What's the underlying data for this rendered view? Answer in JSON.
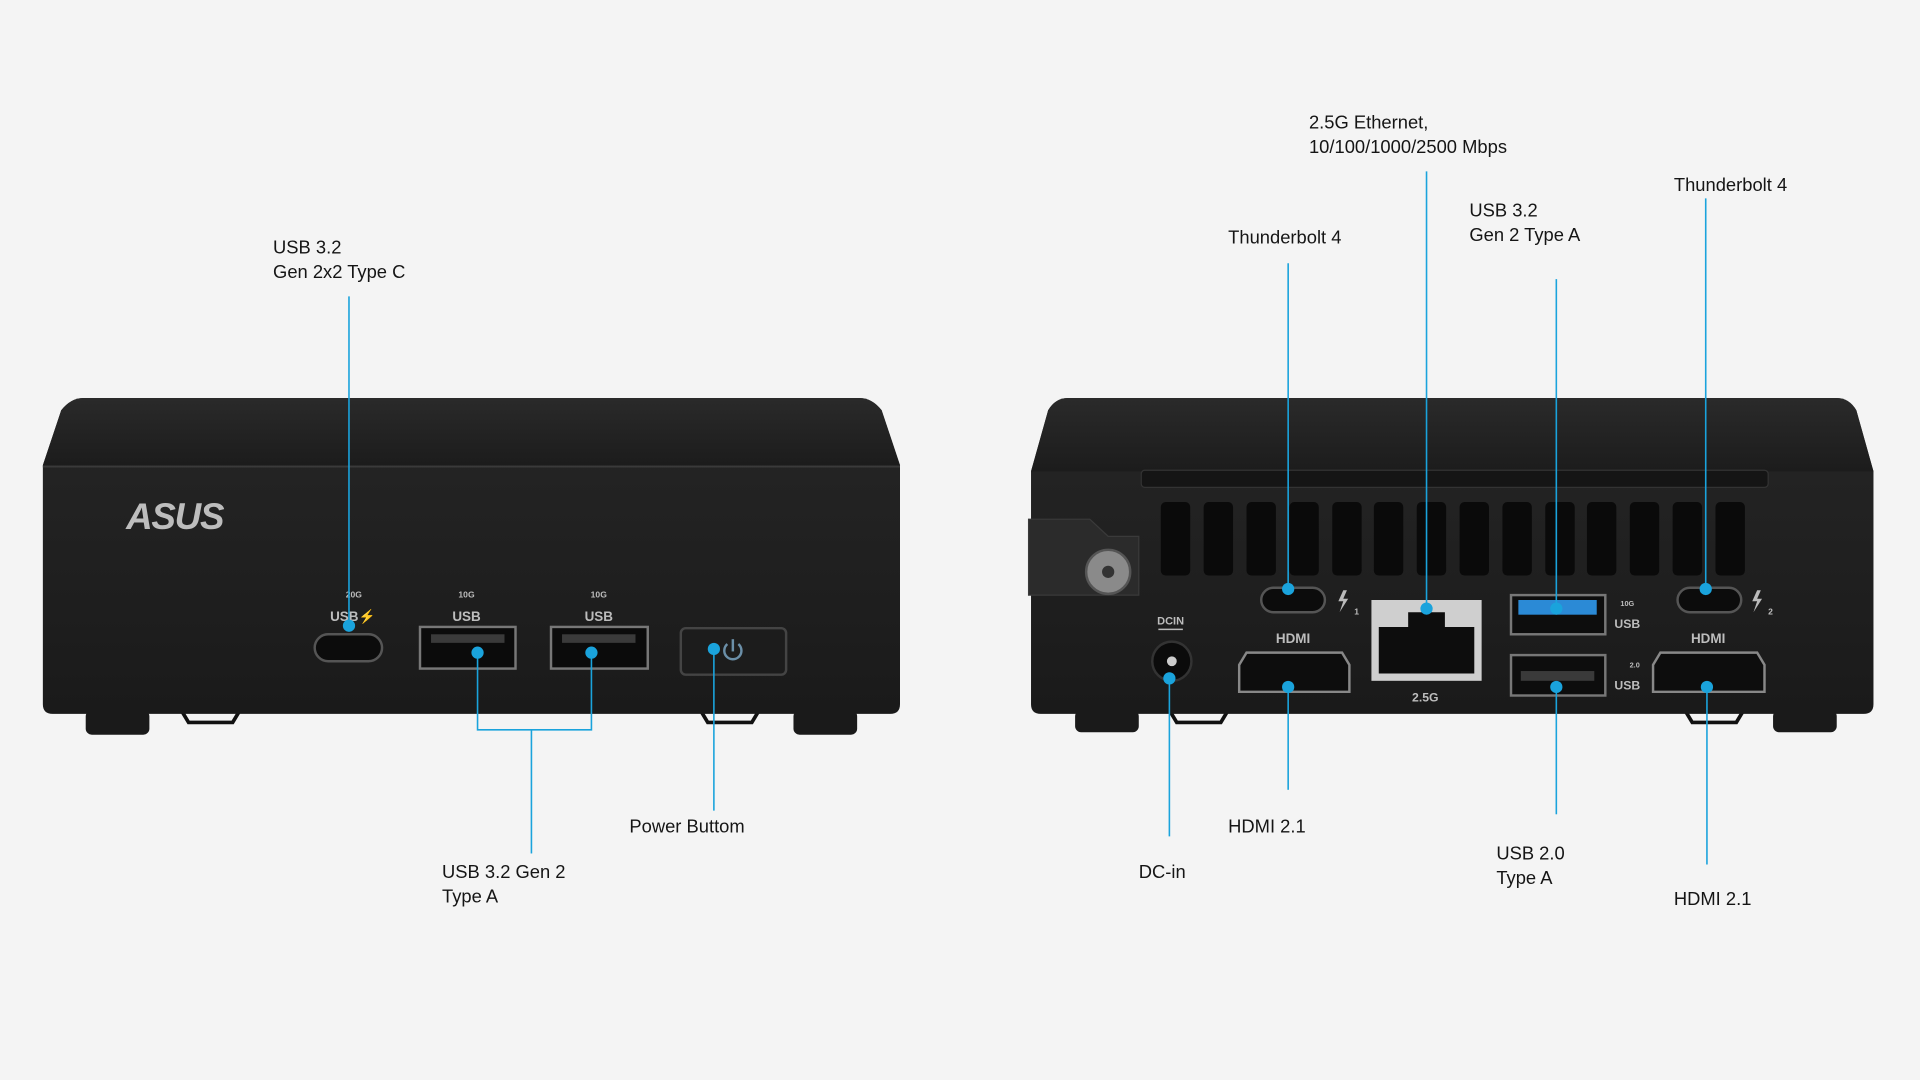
{
  "colors": {
    "accent": "#1aa3dc",
    "background": "#f4f4f4",
    "device": "#1f1f1f"
  },
  "front": {
    "logo": "ASUS",
    "port_labels": {
      "usbc_speed": "20G",
      "usbc": "USB⚡",
      "usba1_speed": "10G",
      "usba1": "USB",
      "usba2_speed": "10G",
      "usba2": "USB"
    },
    "callouts": {
      "usbc_line1": "USB 3.2",
      "usbc_line2": "Gen 2x2 Type C",
      "usba_line1": "USB 3.2 Gen 2",
      "usba_line2": "Type A",
      "power": "Power Buttom"
    }
  },
  "rear": {
    "port_labels": {
      "dcin": "DCIN",
      "hdmi_left": "HDMI",
      "hdmi_right": "HDMI",
      "ethernet": "2.5G",
      "usb10g_speed": "10G",
      "usb10g": "USB",
      "usb20_speed": "2.0",
      "usb20": "USB",
      "tb1": "1",
      "tb2": "2"
    },
    "callouts": {
      "ethernet_line1": "2.5G Ethernet,",
      "ethernet_line2": "10/100/1000/2500 Mbps",
      "tb4_left": "Thunderbolt 4",
      "usb32_line1": "USB 3.2",
      "usb32_line2": "Gen 2 Type A",
      "tb4_right": "Thunderbolt 4",
      "hdmi_left": "HDMI 2.1",
      "dcin": "DC-in",
      "usb20_line1": "USB 2.0",
      "usb20_line2": "Type A",
      "hdmi_right": "HDMI 2.1"
    }
  }
}
